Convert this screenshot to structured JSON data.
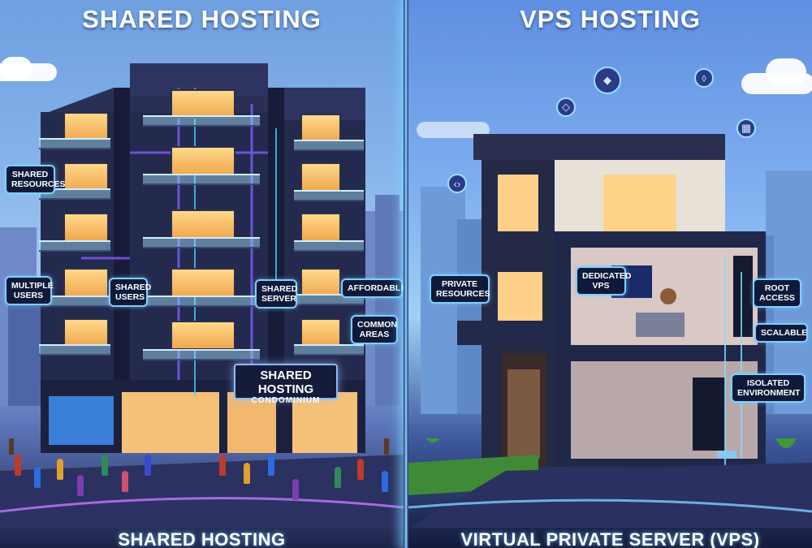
{
  "left": {
    "title": "SHARED HOSTING",
    "bottom_title": "SHARED HOSTING",
    "sign": {
      "line1": "SHARED HOSTING",
      "line2": "CONDOMINIUM"
    },
    "labels": {
      "shared_resources": "SHARED\nRESOURCES",
      "multiple_users": "MULTIPLE\nUSERS",
      "shared_users": "SHARED\nUSERS",
      "shared_server": "SHARED\nSERVER",
      "affordable": "AFFORDABLE",
      "common_areas": "COMMON\nAREAS"
    }
  },
  "right": {
    "title": "VPS HOSTING",
    "bottom_title": "VIRTUAL PRIVATE SERVER (VPS)",
    "labels": {
      "private_resources": "PRIVATE\nRESOURCES",
      "dedicated_vps": "DEDICATED\nVPS",
      "root_access": "ROOT\nACCESS",
      "scalable": "SCALABLE",
      "isolated_environment": "ISOLATED\nENVIRONMENT"
    }
  },
  "colors": {
    "accent": "#7fd0ff",
    "label_bg": "#0f1a3a",
    "window_glow": "#ffd98a"
  }
}
